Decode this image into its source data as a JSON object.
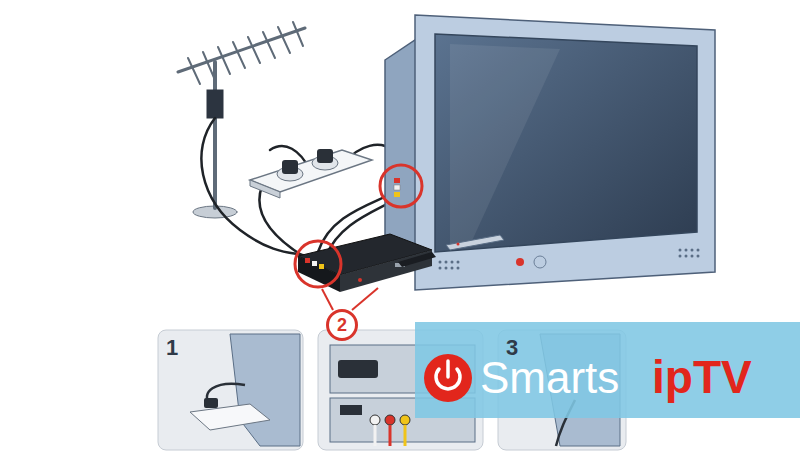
{
  "diagram": {
    "nodes": [
      {
        "text": [
          "1"
        ]
      },
      {
        "text": [
          "2"
        ]
      },
      {
        "text": [
          "3"
        ]
      }
    ],
    "labels": [
      "Smarts",
      "ipTV"
    ]
  }
}
